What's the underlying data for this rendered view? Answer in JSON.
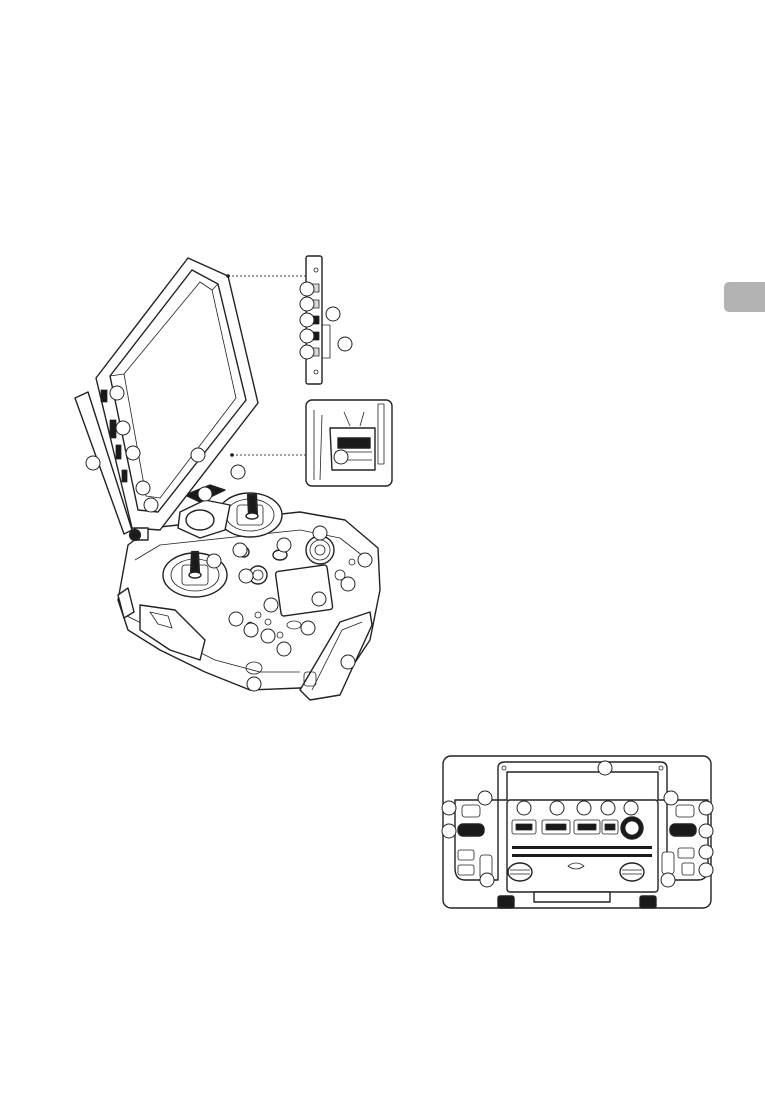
{
  "side_tab": {
    "color": "#b3b3b3"
  },
  "figures": [
    {
      "name": "remote-controller-overview"
    },
    {
      "name": "remote-controller-port-detail"
    },
    {
      "name": "remote-controller-lever-detail"
    },
    {
      "name": "remote-controller-bottom-view"
    }
  ]
}
